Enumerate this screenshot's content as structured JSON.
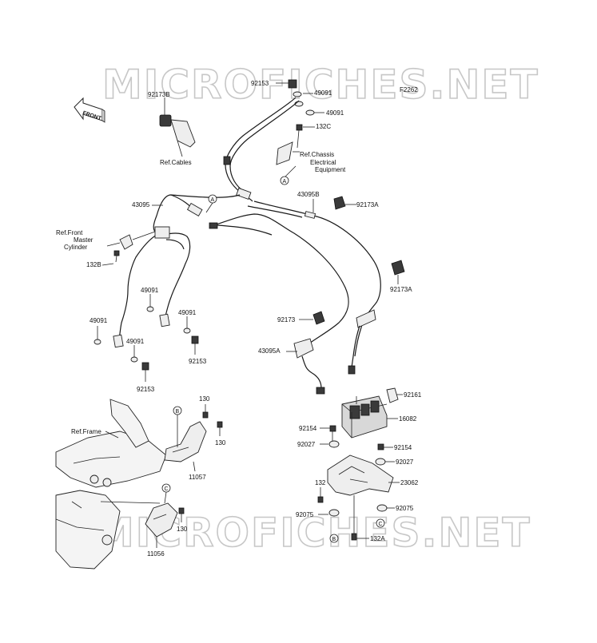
{
  "watermark": "MICROFICHES.NET",
  "diagram_code": "F2262",
  "front_label": "FRONT",
  "refs": {
    "cables": "Ref.Cables",
    "chassis_1": "Ref.Chassis",
    "chassis_2": "Electrical",
    "chassis_3": "Equipment",
    "master_1": "Ref.Front",
    "master_2": "Master",
    "master_3": "Cylinder",
    "frame": "Ref.Frame"
  },
  "callouts": {
    "a": "A",
    "b": "B",
    "c": "C"
  },
  "parts": [
    {
      "id": "p1",
      "text": "92153"
    },
    {
      "id": "p2",
      "text": "49091"
    },
    {
      "id": "p3",
      "text": "49091"
    },
    {
      "id": "p4",
      "text": "92173B"
    },
    {
      "id": "p5",
      "text": "132C"
    },
    {
      "id": "p6",
      "text": "43095"
    },
    {
      "id": "p7",
      "text": "43095B"
    },
    {
      "id": "p8",
      "text": "92173A"
    },
    {
      "id": "p9",
      "text": "132B"
    },
    {
      "id": "p10",
      "text": "92173A"
    },
    {
      "id": "p11",
      "text": "49091"
    },
    {
      "id": "p12",
      "text": "49091"
    },
    {
      "id": "p13",
      "text": "49091"
    },
    {
      "id": "p14",
      "text": "92173"
    },
    {
      "id": "p15",
      "text": "49091"
    },
    {
      "id": "p16",
      "text": "92153"
    },
    {
      "id": "p17",
      "text": "43095A"
    },
    {
      "id": "p18",
      "text": "92153"
    },
    {
      "id": "p19",
      "text": "130"
    },
    {
      "id": "p20",
      "text": "130"
    },
    {
      "id": "p21",
      "text": "11057"
    },
    {
      "id": "p22",
      "text": "92161"
    },
    {
      "id": "p23",
      "text": "16082"
    },
    {
      "id": "p24",
      "text": "92154"
    },
    {
      "id": "p25",
      "text": "92027"
    },
    {
      "id": "p26",
      "text": "92154"
    },
    {
      "id": "p27",
      "text": "92027"
    },
    {
      "id": "p28",
      "text": "132"
    },
    {
      "id": "p29",
      "text": "23062"
    },
    {
      "id": "p30",
      "text": "92075"
    },
    {
      "id": "p31",
      "text": "92075"
    },
    {
      "id": "p32",
      "text": "132A"
    },
    {
      "id": "p33",
      "text": "130"
    },
    {
      "id": "p34",
      "text": "11056"
    }
  ]
}
